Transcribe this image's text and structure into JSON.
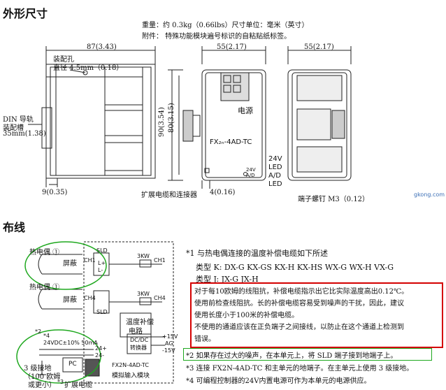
{
  "sections": {
    "dimensions_title": "外形尺寸",
    "wiring_title": "布线"
  },
  "header_notes": {
    "weight": "重量：约 0.3kg（0.66lbs）尺寸单位：毫米（英寸）",
    "accessory": "附件： 特殊功能模块遍号标识的自粘贴纸标签。"
  },
  "dims": {
    "width_side": "87(3.43)",
    "width_front": "55(2.17)",
    "width_terminal": "55(2.17)",
    "height_90": "90(3.54)",
    "height_80": "80(3.15)",
    "dim_9": "9(0.35)",
    "dim_4": "4(0.16)",
    "mount_hole_1": "装配孔",
    "mount_hole_2": "直径 4.5mm（0.18）",
    "din_1": "DIN 导轨",
    "din_2": "装配槽",
    "din_3": "35mm(1.38)",
    "ext_cable": "扩展电缆和连接器",
    "terminal_screw": "端子螺钉 M3（0.12）",
    "power_label": "电源",
    "model_label": "FX₂ₙ-4AD-TC",
    "led_24v": "24V",
    "led_led": "LED",
    "led_ad": "A/D",
    "led_led2": "LED",
    "led_small_24v": "24V",
    "led_small_ad": "A/D",
    "site_mark": "gkong.com"
  },
  "wiring": {
    "thermocouple1": "热电偶 ①",
    "thermocouple2": "热电偶 ①",
    "shield1": "屏蔽",
    "shield2": "屏蔽",
    "ch1": "CH1",
    "ch4": "CH4",
    "ch1_out": "CH1",
    "ch4_out": "CH4",
    "res1": "3KW",
    "res2": "3KW",
    "sld": "SLD",
    "sld2": "SLD",
    "l_plus": "L+",
    "l_minus": "L-",
    "temp_comp_1": "温度补偿",
    "temp_comp_2": "电路",
    "dcdc_1": "DC/DC",
    "dcdc_2": "转换器",
    "supply": "24VDC±10% 50mA",
    "p15": "+15V",
    "ag": "AG",
    "m15": "-15V",
    "pin_24p": "24+",
    "pin_24m": "24-",
    "ground_1": "3 级接地",
    "ground_2": "（100 欧姆",
    "ground_3": "或更小）",
    "pc": "PC",
    "ext_cable": "扩展电缆",
    "module_1": "FX2N-4AD-TC",
    "module_2": "模拟输入模块",
    "mark2": "*2",
    "mark3": "*3",
    "mark4": "*4"
  },
  "notes": {
    "n1": "*1 与热电偶连接的温度补偿电缆如下所述",
    "type_k": "类型 K:  DX-G  KX-GS  KX-H  KX-HS  WX-G  WX-H  VX-G",
    "type_j": "类型 J:  JX-G  JX-H",
    "red_1": "对于每10欧姆的线阻抗，补偿电缆指示出它比实际温度高出0.12℃。",
    "red_2": "使用前检查线阻抗。长的补偿电缆容易受到噪声的干扰，因此，建议",
    "red_3": "使用长度小于100米的补偿电缆。",
    "red_4": "不使用的通道应该在正负端子之间接线，以防止在这个通道上检测到",
    "red_5": "错误。",
    "n2": "*2 如果存在过大的噪声，在本单元上，将 SLD 端子接到地端子上。",
    "n3": "*3 连接 FX2N-4AD-TC 和主单元的地端子。在主单元上使用 3 级接地。",
    "n4": "*4 可编程控制器的24V内置电源可作为本单元的电源供应。"
  },
  "colors": {
    "red": "#d40000",
    "green": "#1ea81e",
    "line": "#222222"
  }
}
